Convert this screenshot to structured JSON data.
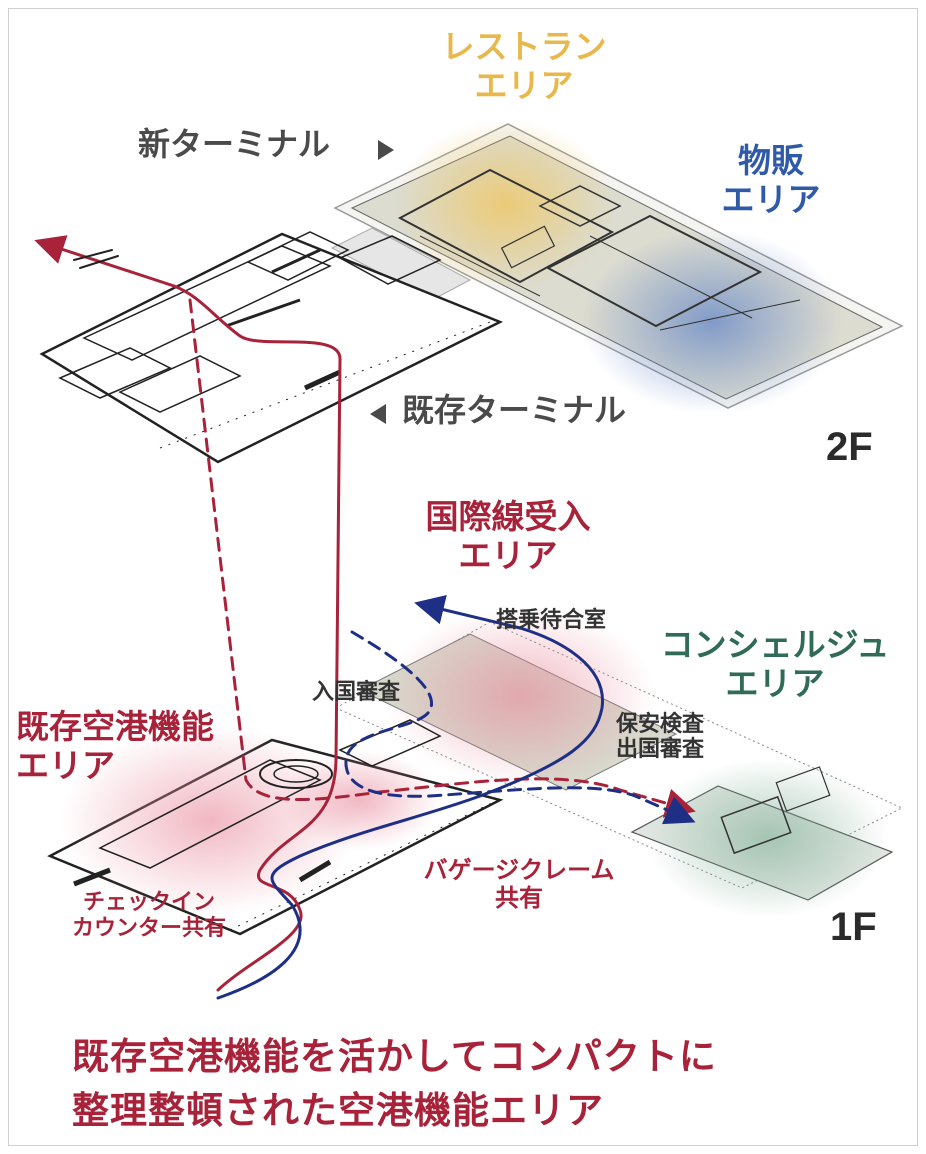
{
  "labels": {
    "restaurant_area": "レストラン\nエリア",
    "retail_area": "物販\nエリア",
    "new_terminal": "新ターミナル",
    "existing_terminal": "既存ターミナル",
    "floor_2f": "2F",
    "intl_arrivals_area": "国際線受入\nエリア",
    "boarding_lounge": "搭乗待合室",
    "concierge_area": "コンシェルジュ\nエリア",
    "immigration": "入国審査",
    "security_emigration": "保安検査\n出国審査",
    "existing_airport_area": "既存空港機能\nエリア",
    "baggage_claim_shared": "バゲージクレーム\n共有",
    "checkin_shared": "チェックイン\nカウンター共有",
    "floor_1f": "1F"
  },
  "headline": {
    "line1": "既存空港機能を活かしてコンパクトに",
    "line2": "整理整頓された空港機能エリア"
  },
  "colors": {
    "restaurant": "#e8b84a",
    "retail": "#2f5aa8",
    "crimson": "#a8223a",
    "navy": "#1e2f86",
    "teal": "#2f6b57",
    "dark_text": "#4a4a4a"
  }
}
